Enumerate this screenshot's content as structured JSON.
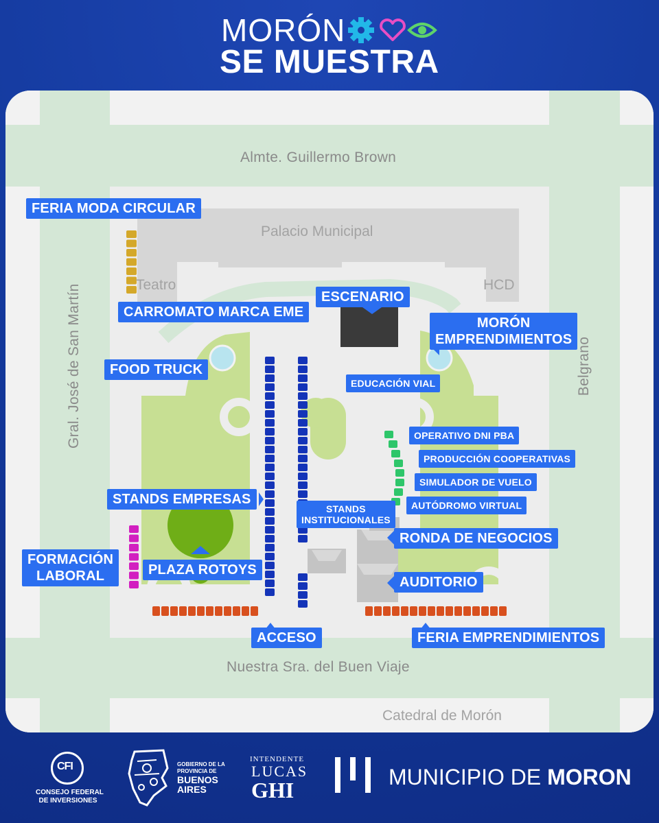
{
  "header": {
    "title_line1": "MORÓN",
    "title_line2": "SE MUESTRA",
    "icons": [
      "gear-icon",
      "heart-icon",
      "eye-icon"
    ],
    "colors": {
      "gear": "#22b8e8",
      "heart": "#e84ec4",
      "eye": "#5ed36a"
    }
  },
  "streets": {
    "top": "Almte. Guillermo Brown",
    "bottom": "Nuestra Sra. del Buen Viaje",
    "left": "Gral. José de San Martín",
    "right": "Belgrano"
  },
  "buildings": {
    "palacio": "Palacio Municipal",
    "teatro": "Teatro",
    "hcd": "HCD",
    "catedral": "Catedral de Morón"
  },
  "labels": {
    "feria_moda": "FERIA MODA CIRCULAR",
    "carromato": "CARROMATO MARCA EME",
    "escenario": "ESCENARIO",
    "moron_emp_1": "MORÓN",
    "moron_emp_2": "EMPRENDIMIENTOS",
    "food_truck": "FOOD TRUCK",
    "educacion_vial": "EDUCACIÓN VIAL",
    "operativo_dni": "OPERATIVO DNI PBA",
    "produccion": "PRODUCCIÓN COOPERATIVAS",
    "simulador": "SIMULADOR DE VUELO",
    "autodromo": "AUTÓDROMO VIRTUAL",
    "stands_empresas": "STANDS EMPRESAS",
    "stands_inst_1": "STANDS",
    "stands_inst_2": "INSTITUCIONALES",
    "ronda": "RONDA DE NEGOCIOS",
    "formacion_1": "FORMACIÓN",
    "formacion_2": "LABORAL",
    "plaza_rotoys": "PLAZA ROTOYS",
    "auditorio": "AUDITORIO",
    "acceso": "ACCESO",
    "feria_emp": "FERIA EMPRENDIMIENTOS"
  },
  "stall_colors": {
    "feria_moda": "#d4a82a",
    "stands": "#1434b8",
    "green": "#2ec66a",
    "formacion": "#d21fc0",
    "feria": "#d8501e"
  },
  "footer": {
    "cfi_logo": "CFI",
    "cfi_line1": "CONSEJO FEDERAL",
    "cfi_line2": "DE INVERSIONES",
    "gob_line1": "GOBIERNO DE LA",
    "gob_line2": "PROVINCIA DE",
    "gob_line3": "BUENOS",
    "gob_line4": "AIRES",
    "intendente": "INTENDENTE",
    "lucas": "LUCAS",
    "ghi": "GHI",
    "municipio": "MUNICIPIO DE",
    "moron": "MORON"
  }
}
